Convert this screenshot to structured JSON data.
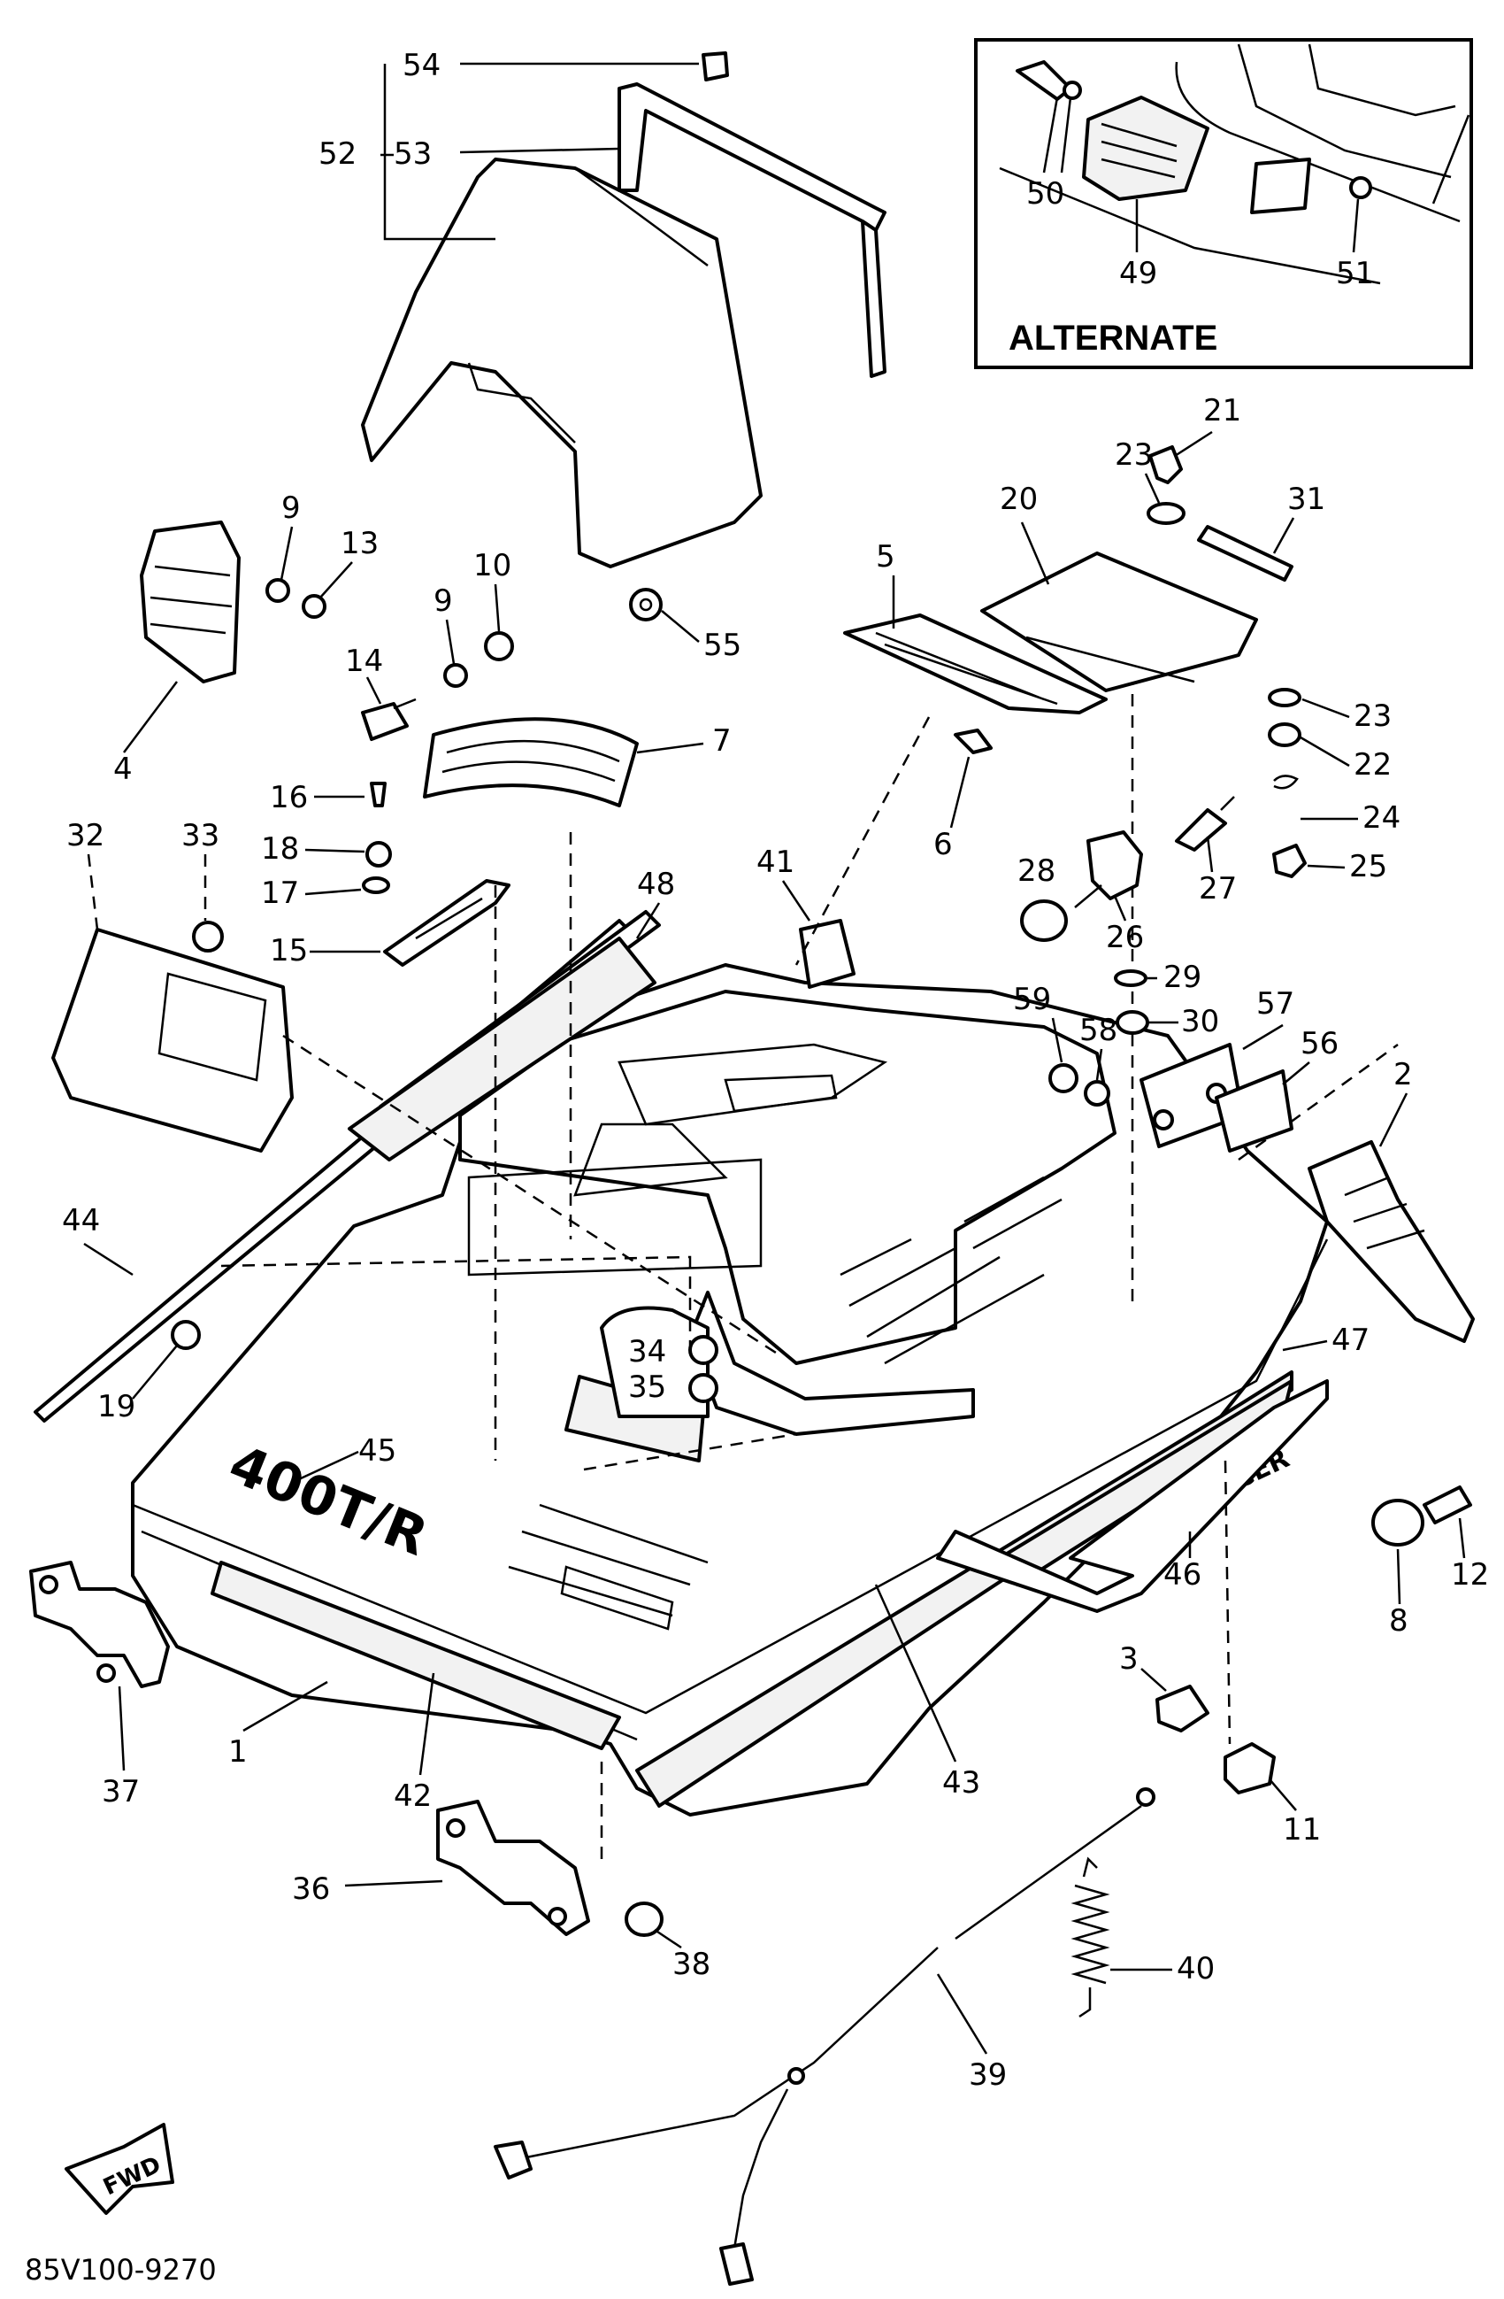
{
  "inset": {
    "title": "ALTERNATE",
    "callouts": [
      "50",
      "49",
      "51"
    ]
  },
  "callouts": {
    "c54": "54",
    "c52": "52",
    "c53": "53",
    "c9a": "9",
    "c13": "13",
    "c10": "10",
    "c9b": "9",
    "c14": "14",
    "c4": "4",
    "c7": "7",
    "c55": "55",
    "c16": "16",
    "c18": "18",
    "c17": "17",
    "c15": "15",
    "c32": "32",
    "c33": "33",
    "c48": "48",
    "c41": "41",
    "c5": "5",
    "c20": "20",
    "c21": "21",
    "c23a": "23",
    "c31": "31",
    "c6": "6",
    "c23b": "23",
    "c22": "22",
    "c24": "24",
    "c25": "25",
    "c27": "27",
    "c28": "28",
    "c26": "26",
    "c29": "29",
    "c30": "30",
    "c59": "59",
    "c58": "58",
    "c57": "57",
    "c56": "56",
    "c2": "2",
    "c44": "44",
    "c19": "19",
    "c34": "34",
    "c35": "35",
    "c47": "47",
    "c45": "45",
    "c46": "46",
    "c8": "8",
    "c12": "12",
    "c3": "3",
    "c11": "11",
    "c37": "37",
    "c1": "1",
    "c42": "42",
    "c43": "43",
    "c36": "36",
    "c38": "38",
    "c39": "39",
    "c40": "40"
  },
  "decals": {
    "hood_model": "400T/R",
    "side_badge": "ENTICER"
  },
  "fwd_arrow": "FWD",
  "drawing_number": "85V100-9270"
}
